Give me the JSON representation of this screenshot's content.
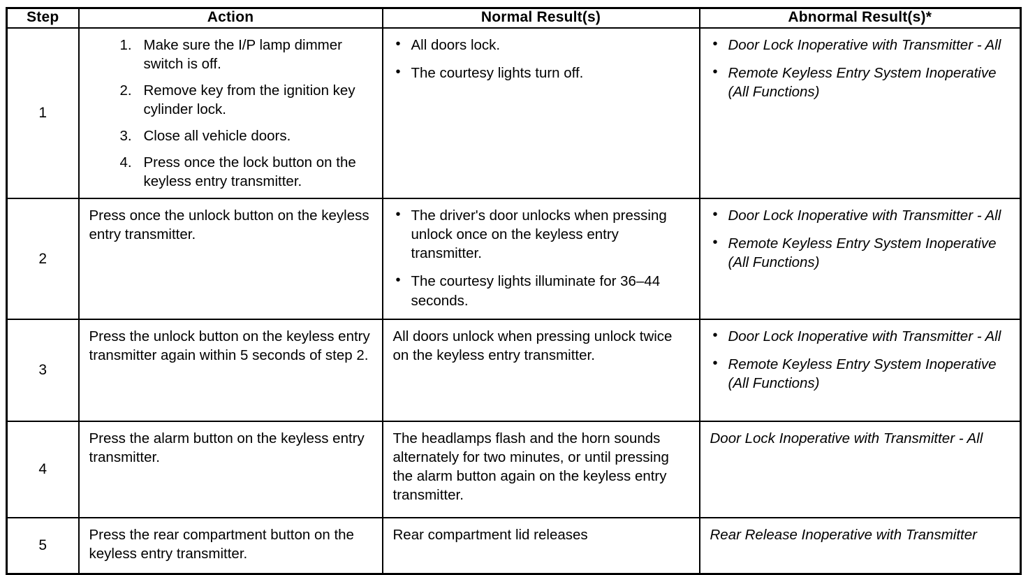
{
  "table": {
    "columns": [
      {
        "key": "step",
        "label": "Step"
      },
      {
        "key": "action",
        "label": "Action"
      },
      {
        "key": "normal",
        "label": "Normal Result(s)"
      },
      {
        "key": "abnormal",
        "label": "Abnormal Result(s)*"
      }
    ],
    "rows": [
      {
        "step": "1",
        "action_type": "numbered",
        "action_items": [
          "Make sure the I/P lamp dimmer switch is off.",
          "Remove key from the ignition key cylinder lock.",
          "Close all vehicle doors.",
          "Press once the lock button on the keyless entry transmitter."
        ],
        "normal_type": "bullets",
        "normal_items": [
          "All doors lock.",
          "The courtesy lights turn off."
        ],
        "abnormal_type": "bullets",
        "abnormal_items": [
          "Door Lock Inoperative with Transmitter - All",
          "Remote Keyless Entry System Inoperative (All Functions)"
        ]
      },
      {
        "step": "2",
        "action_type": "text",
        "action_text": "Press once the unlock button on the keyless entry transmitter.",
        "normal_type": "bullets",
        "normal_items": [
          "The driver's door unlocks when pressing unlock once on the keyless entry transmitter.",
          "The courtesy lights illuminate for 36–44 seconds."
        ],
        "abnormal_type": "bullets",
        "abnormal_items": [
          "Door Lock Inoperative with Transmitter - All",
          "Remote Keyless Entry System Inoperative (All Functions)"
        ]
      },
      {
        "step": "3",
        "action_type": "text",
        "action_text": "Press the unlock button on the keyless entry transmitter again within 5 seconds of step 2.",
        "normal_type": "text",
        "normal_text": "All doors unlock when pressing unlock twice on the keyless entry transmitter.",
        "abnormal_type": "bullets",
        "abnormal_items": [
          "Door Lock Inoperative with Transmitter - All",
          "Remote Keyless Entry System Inoperative (All Functions)"
        ]
      },
      {
        "step": "4",
        "action_type": "text",
        "action_text": "Press the alarm button on the keyless entry transmitter.",
        "normal_type": "text",
        "normal_text": "The headlamps flash and the horn sounds alternately for two minutes, or until pressing the alarm button again on the keyless entry transmitter.",
        "abnormal_type": "text",
        "abnormal_text": "Door Lock Inoperative with Transmitter - All"
      },
      {
        "step": "5",
        "action_type": "text",
        "action_text": "Press the rear compartment button on the keyless entry transmitter.",
        "normal_type": "text",
        "normal_text": "Rear compartment lid releases",
        "abnormal_type": "text",
        "abnormal_text": "Rear Release Inoperative with Transmitter"
      }
    ]
  },
  "style": {
    "ink_color": "#000000",
    "paper_color": "#ffffff",
    "bullet_glyph": "•"
  }
}
